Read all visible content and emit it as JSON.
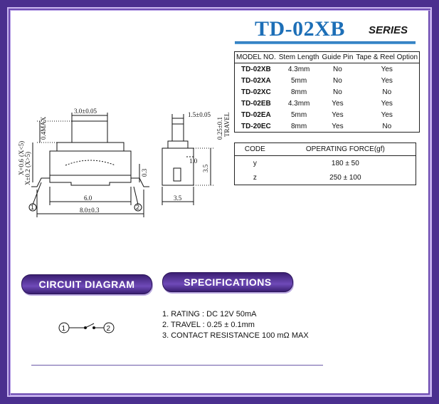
{
  "header": {
    "title": "TD-02XB",
    "series": "SERIES"
  },
  "model_table": {
    "columns": [
      "MODEL NO.",
      "Stem Length",
      "Guide Pin",
      "Tape & Reel Option"
    ],
    "rows": [
      [
        "TD-02XB",
        "4.3mm",
        "No",
        "Yes"
      ],
      [
        "TD-02XA",
        "5mm",
        "No",
        "Yes"
      ],
      [
        "TD-02XC",
        "8mm",
        "No",
        "No"
      ],
      [
        "TD-02EB",
        "4.3mm",
        "Yes",
        "Yes"
      ],
      [
        "TD-02EA",
        "5mm",
        "Yes",
        "Yes"
      ],
      [
        "TD-20EC",
        "8mm",
        "Yes",
        "No"
      ]
    ]
  },
  "force_table": {
    "columns": [
      "CODE",
      "OPERATING FORCE(gf)"
    ],
    "rows": [
      [
        "y",
        "180 ± 50"
      ],
      [
        "z",
        "250 ± 100"
      ]
    ]
  },
  "drawing": {
    "front": {
      "top_width": "3.0±0.05",
      "height_max": "0.4MAX",
      "left_label_1": "X=0.6",
      "left_label_2": "(X<5)",
      "left_label_3": "X±0.2 (X>5)",
      "right_height": "0.3",
      "inner_width": "6.0",
      "overall_width": "8.0±0.3",
      "pin_1": "1",
      "pin_2": "2"
    },
    "side": {
      "top_width": "1.5±0.05",
      "travel_value": "0.25±0.1",
      "travel_label": "TRAVEL",
      "inner": "1.0",
      "height": "3.5",
      "width": "3.5"
    }
  },
  "sections": {
    "circuit": "CIRCUIT DIAGRAM",
    "specifications": "SPECIFICATIONS"
  },
  "circuit": {
    "node_1": "1",
    "node_2": "2"
  },
  "specifications": [
    "1. RATING : DC 12V  50mA",
    "2. TRAVEL : 0.25 ± 0.1mm",
    "3. CONTACT  RESISTANCE 100 mΩ MAX"
  ],
  "colors": {
    "frame": "#4b2f8f",
    "title": "#1d6fb7",
    "pill": "#5a3a9e"
  }
}
